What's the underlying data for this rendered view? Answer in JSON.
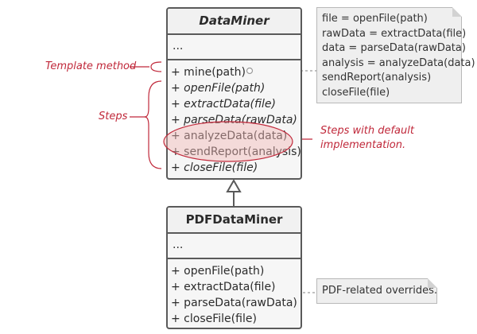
{
  "data_miner": {
    "name": "DataMiner",
    "fields": "...",
    "methods": [
      "+ mine(path)",
      "+ openFile(path)",
      "+ extractData(file)",
      "+ parseData(rawData)",
      "+ analyzeData(data)",
      "+ sendReport(analysis)",
      "+ closeFile(file)"
    ]
  },
  "pdf_data_miner": {
    "name": "PDFDataMiner",
    "fields": "...",
    "methods": [
      "+ openFile(path)",
      "+ extractData(file)",
      "+ parseData(rawData)",
      "+ closeFile(file)"
    ]
  },
  "template_note": {
    "lines": [
      "file = openFile(path)",
      "rawData = extractData(file)",
      "data = parseData(rawData)",
      "analysis = analyzeData(data)",
      "sendReport(analysis)",
      "closeFile(file)"
    ]
  },
  "pdf_note": {
    "text": "PDF-related overrides."
  },
  "labels": {
    "template_method": "Template method",
    "steps": "Steps",
    "default_line1": "Steps with default",
    "default_line2": "implementation."
  },
  "colors": {
    "annotation": "#c0283a",
    "highlight_fill": "#f7d6d4",
    "border": "#5a5a5a",
    "note_bg": "#efefef"
  }
}
